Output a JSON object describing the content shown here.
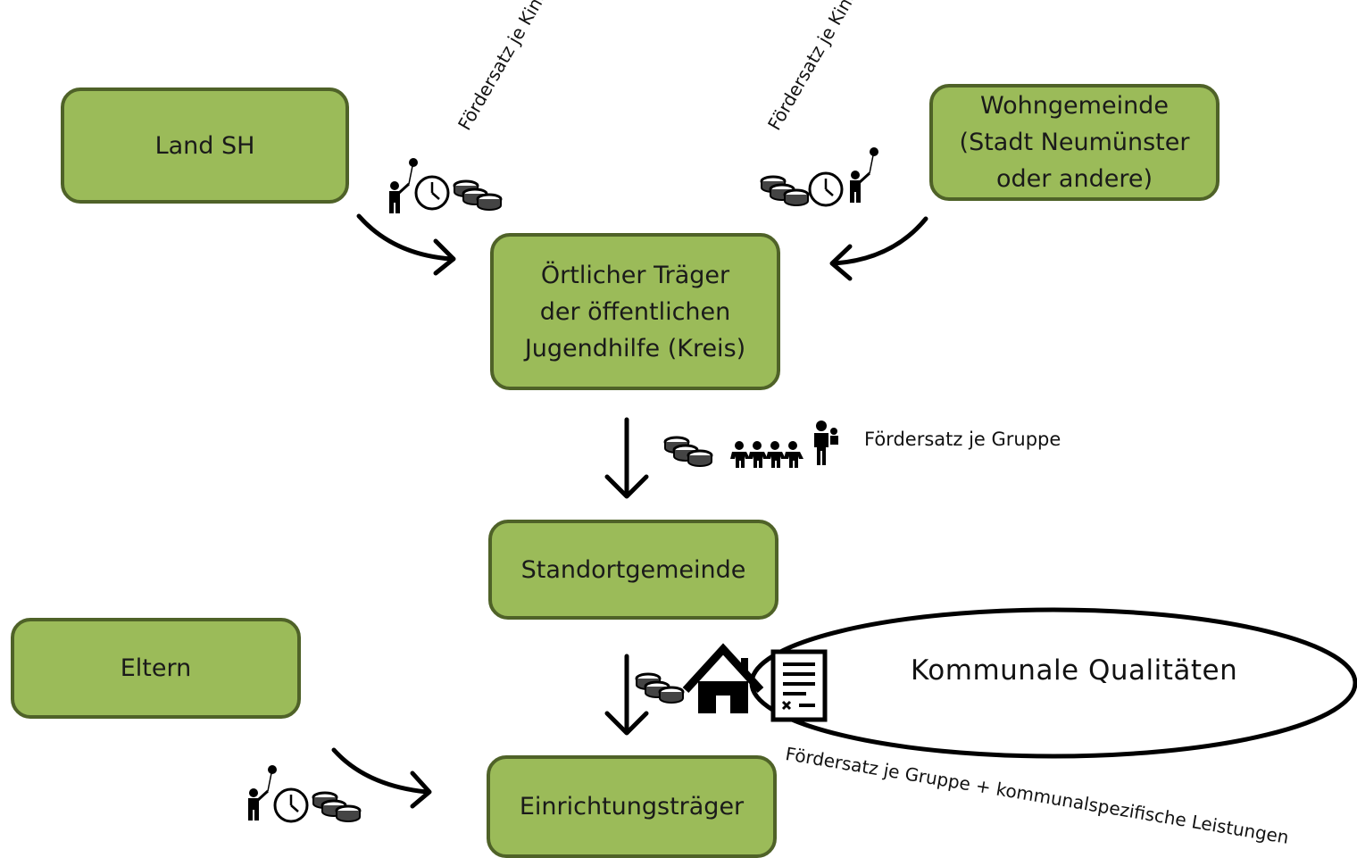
{
  "nodes": {
    "land_sh": "Land SH",
    "wohngemeinde": "Wohngemeinde\n(Stadt Neumünster\noder andere)",
    "traeger": "Örtlicher Träger\nder öffentlichen\nJugendhilfe (Kreis)",
    "standortgemeinde": "Standortgemeinde",
    "eltern": "Eltern",
    "einrichtungstraeger": "Einrichtungsträger"
  },
  "labels": {
    "foerdersatz_kind_left": "Fördersatz je Kind",
    "foerdersatz_kind_right": "Fördersatz je Kind",
    "foerdersatz_gruppe": "Fördersatz je Gruppe",
    "foerdersatz_gruppe_kommunal": "Fördersatz je Gruppe + kommunalspezifische Leistungen",
    "kommunale_qualitaeten": "Kommunale Qualitäten"
  },
  "colors": {
    "box_fill": "#9bbb59",
    "box_border": "#4f6228",
    "arrow": "#000000"
  },
  "icons": [
    "child-with-balloon-icon",
    "clock-icon",
    "coins-icon",
    "children-group-icon",
    "adult-with-child-icon",
    "house-icon",
    "document-icon"
  ]
}
